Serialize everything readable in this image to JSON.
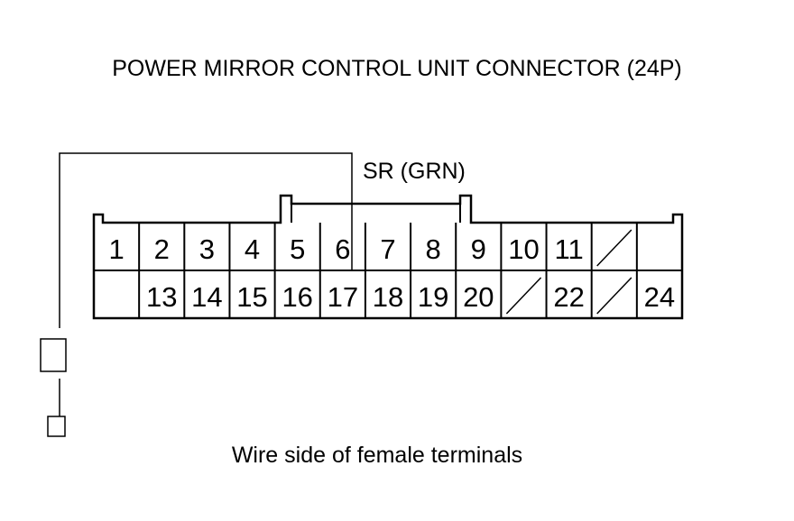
{
  "title": "POWER MIRROR CONTROL UNIT CONNECTOR (24P)",
  "wire_label": "SR (GRN)",
  "caption": "Wire side of female terminals",
  "terminals": {
    "top_row": [
      "1",
      "2",
      "3",
      "4",
      "5",
      "6",
      "7",
      "8",
      "9",
      "10",
      "11",
      "/",
      ""
    ],
    "bottom_row": [
      "",
      "13",
      "14",
      "15",
      "16",
      "17",
      "18",
      "19",
      "20",
      "/",
      "22",
      "/",
      "24"
    ]
  }
}
